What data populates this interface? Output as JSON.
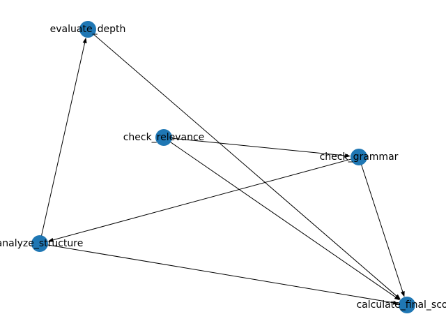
{
  "graph": {
    "node_color": "#1f77b4",
    "edge_color": "#000000",
    "nodes": [
      {
        "id": "evaluate_depth",
        "label": "evaluate_depth"
      },
      {
        "id": "check_relevance",
        "label": "check_relevance"
      },
      {
        "id": "check_grammar",
        "label": "check_grammar"
      },
      {
        "id": "analyze_structure",
        "label": "analyze_structure"
      },
      {
        "id": "calculate_final_score",
        "label": "calculate_final_score"
      }
    ],
    "edges": [
      {
        "source": "check_relevance",
        "target": "check_grammar"
      },
      {
        "source": "check_relevance",
        "target": "calculate_final_score"
      },
      {
        "source": "check_grammar",
        "target": "analyze_structure"
      },
      {
        "source": "check_grammar",
        "target": "calculate_final_score"
      },
      {
        "source": "analyze_structure",
        "target": "evaluate_depth"
      },
      {
        "source": "analyze_structure",
        "target": "calculate_final_score"
      },
      {
        "source": "evaluate_depth",
        "target": "calculate_final_score"
      }
    ]
  }
}
